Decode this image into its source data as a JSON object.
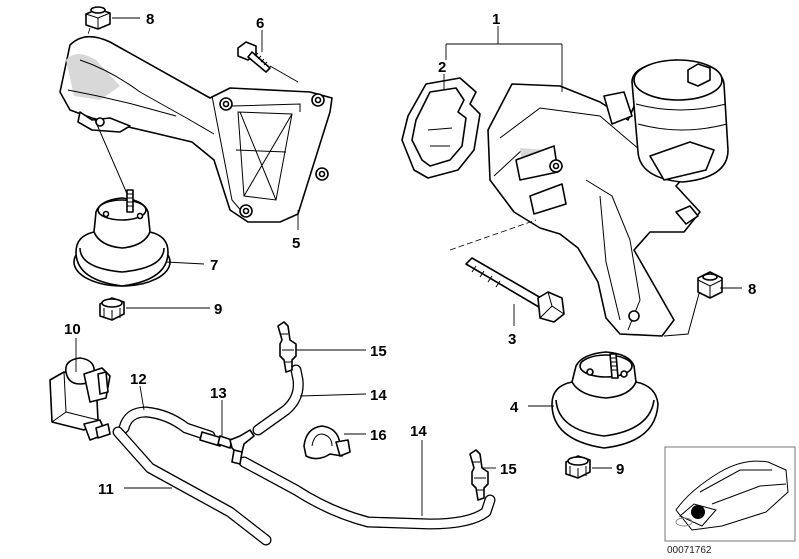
{
  "diagram": {
    "callouts": {
      "c1": "1",
      "c2": "2",
      "c3": "3",
      "c4": "4",
      "c5": "5",
      "c6": "6",
      "c7": "7",
      "c8a": "8",
      "c8b": "8",
      "c9a": "9",
      "c9b": "9",
      "c10": "10",
      "c11": "11",
      "c12": "12",
      "c13": "13",
      "c14a": "14",
      "c14b": "14",
      "c15a": "15",
      "c15b": "15",
      "c16": "16"
    },
    "catalog_number": "00071762"
  }
}
